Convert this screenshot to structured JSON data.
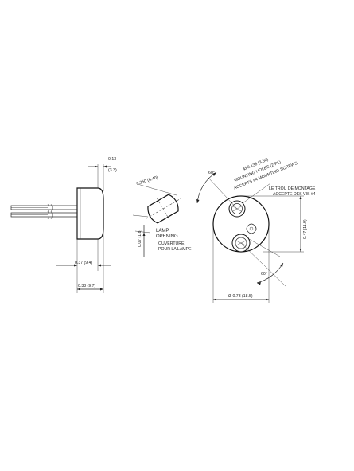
{
  "dimensions": {
    "side_top": "0.13",
    "side_top_metric": "(3.3)",
    "side_body": "0.37 (9.4)",
    "side_overall": "0.38 (9.7)",
    "lamp_diam": "0.250 (6.40)",
    "lamp_small": "0.07 (1.8)",
    "angle_top": "60°",
    "angle_bottom": "60°",
    "hole_diam": "Ø 0.138 (3.50)",
    "front_height": "0.47 (11.9)",
    "front_diam": "Ø 0.73 (18.5)"
  },
  "labels": {
    "lamp_opening_1": "LAMP",
    "lamp_opening_2": "OPENING",
    "lamp_fr_1": "OUVERTURE",
    "lamp_fr_2": "POUR LA LAMPE",
    "mounting_1": "MOUNTING HOLES (2 PL)",
    "mounting_2": "ACCEPTS #4 MOUNTING SCREWS",
    "trou_1": "LE TROU DE MONTAGE",
    "trou_2": "ACCEPTE DES VIS #4"
  }
}
